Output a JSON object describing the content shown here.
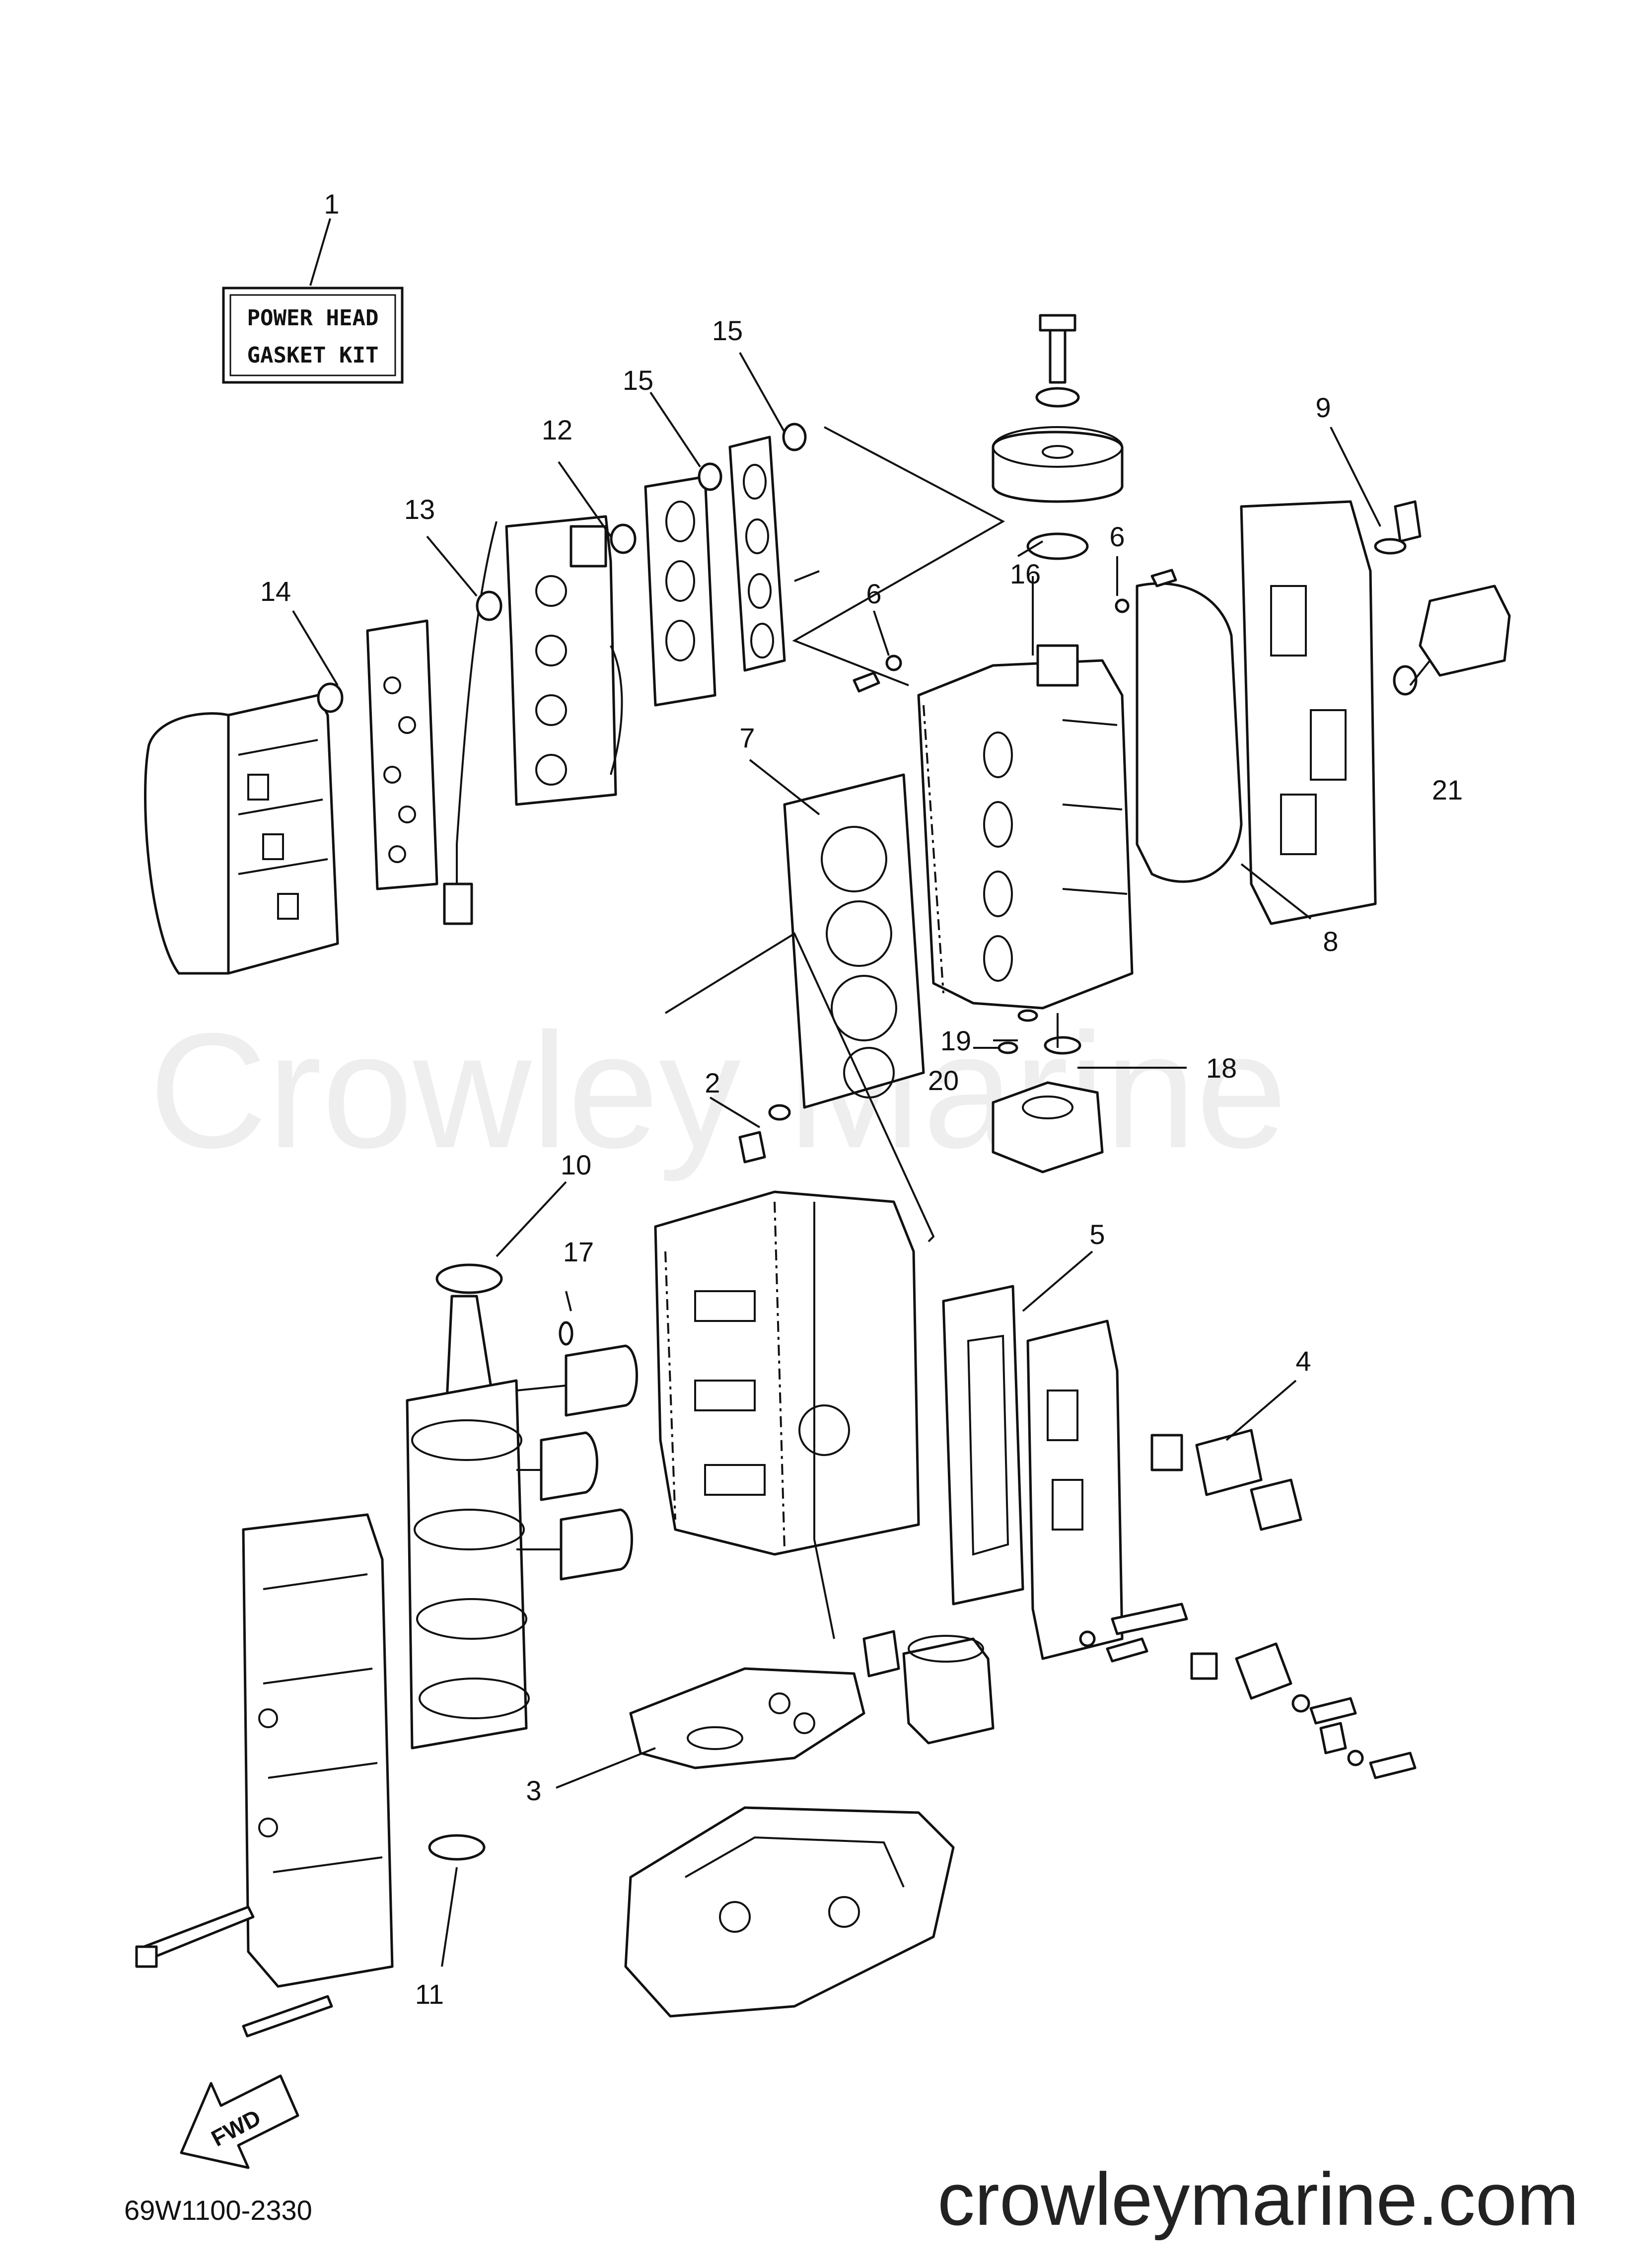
{
  "kit_label": {
    "line1": "POWER HEAD",
    "line2": "GASKET KIT"
  },
  "callouts": {
    "c1": "1",
    "c2": "2",
    "c3": "3",
    "c4": "4",
    "c5": "5",
    "c6a": "6",
    "c6b": "6",
    "c7": "7",
    "c8": "8",
    "c9": "9",
    "c10": "10",
    "c11": "11",
    "c12": "12",
    "c13": "13",
    "c14": "14",
    "c15a": "15",
    "c15b": "15",
    "c16": "16",
    "c17": "17",
    "c18": "18",
    "c19": "19",
    "c20": "20",
    "c21": "21"
  },
  "fwd_label": "FWD",
  "part_number": "69W1100-2330",
  "watermark": "Crowley Marine",
  "site": "crowleymarine.com"
}
